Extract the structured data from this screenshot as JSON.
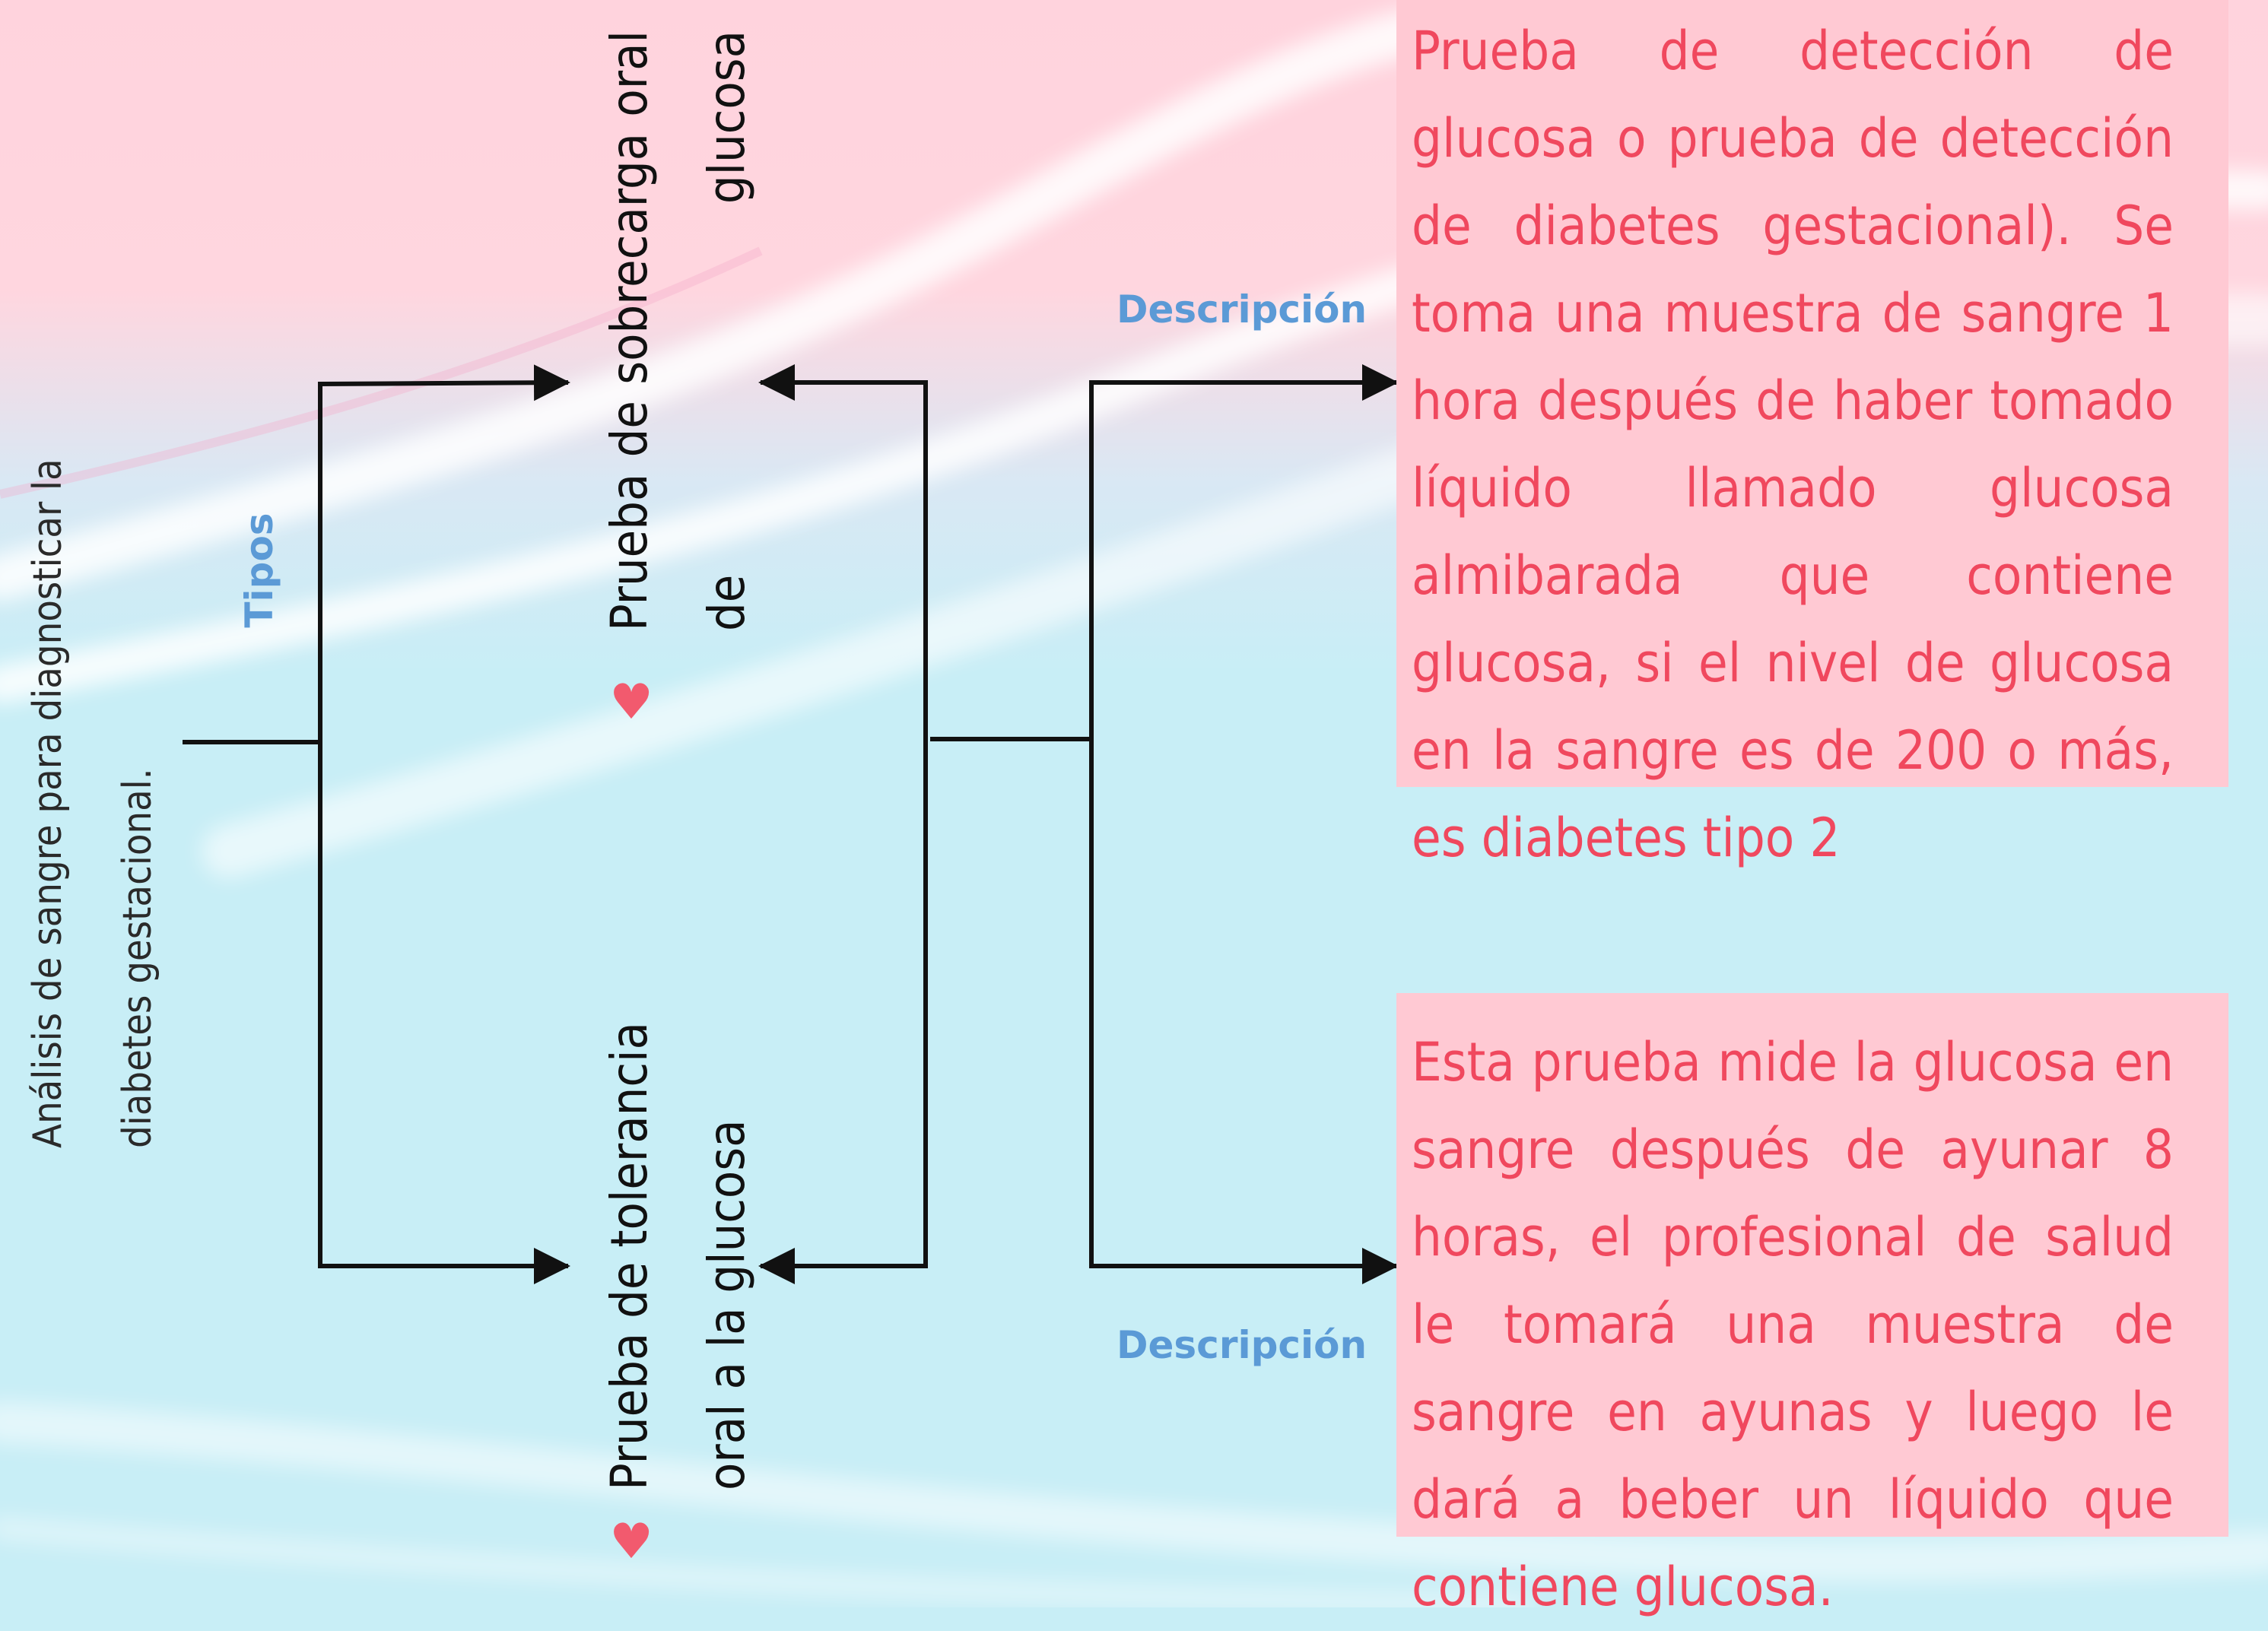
{
  "diagram": {
    "root": "Análisis de sangre para diagnosticar la diabetes gestacional.",
    "branch_label": "Tipos",
    "types": [
      {
        "name": "Prueba de sobrecarga oral de glucosa",
        "description_label": "Descripción",
        "description": "Prueba de detección de glucosa o prueba de detección de diabetes gestacional). Se toma una muestra de sangre 1 hora después de haber tomado líquido llamado glucosa almibarada que contiene glucosa, si el nivel de glucosa en la sangre es de 200 o más, es diabetes tipo 2"
      },
      {
        "name": "Prueba de tolerancia oral a la glucosa",
        "description_label": "Descripción",
        "description": "Esta prueba mide la glucosa en sangre después de ayunar 8 horas, el profesional de salud le tomará una muestra de sangre en ayunas y luego le dará a beber un líquido que contiene glucosa."
      }
    ]
  },
  "colors": {
    "background_top": "#ffd1dc",
    "background_bottom": "#c8eef6",
    "card": "#ffc9d3",
    "card_text": "#f0485e",
    "label_blue": "#5b9ad6",
    "bullet": "#f25a6e"
  },
  "icons": {
    "bullet": "heart-icon"
  }
}
